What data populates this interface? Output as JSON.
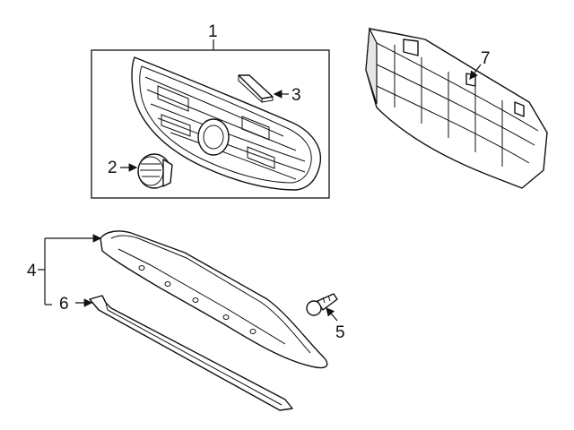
{
  "callouts": {
    "grille_assembly": "1",
    "emblem": "2",
    "molding_strip": "3",
    "lower_grille_group": "4",
    "clip": "5",
    "lower_molding": "6",
    "grille_support": "7"
  }
}
